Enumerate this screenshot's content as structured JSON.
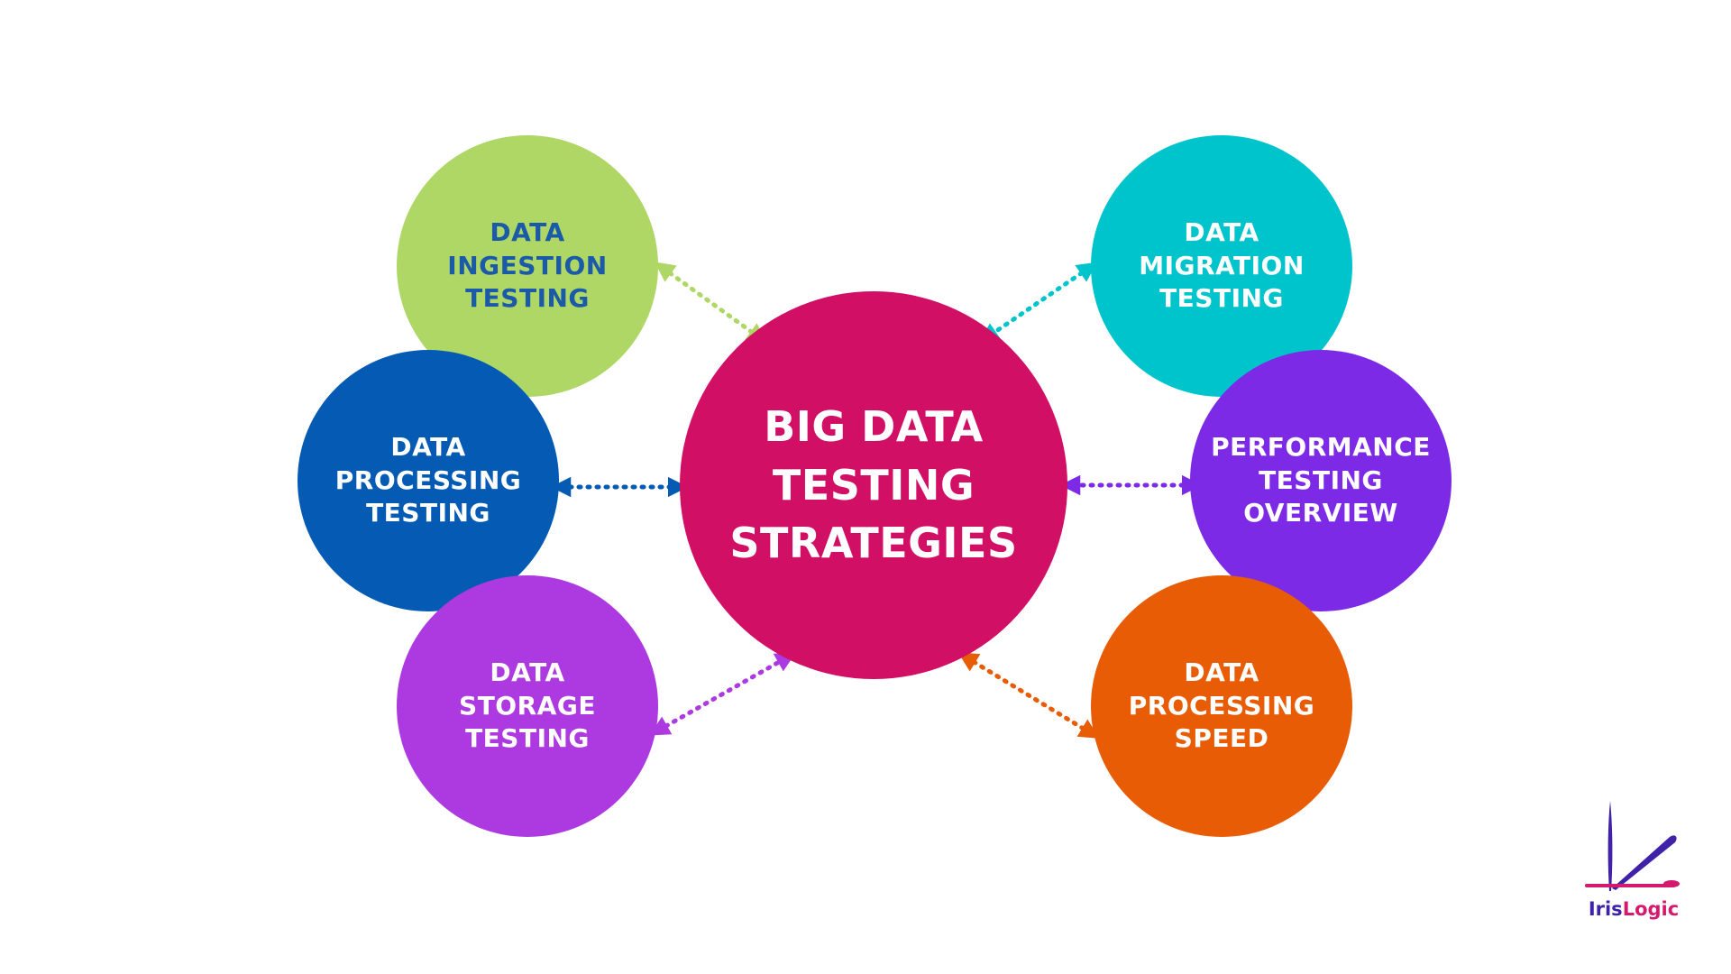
{
  "colors": {
    "center": "#d10f64",
    "ingestion": "#afd766",
    "ingestion_text": "#1a5aa8",
    "processing_testing": "#055bb3",
    "storage": "#ad3ae0",
    "migration": "#00c4cc",
    "performance": "#7c2ae6",
    "speed": "#e85c05",
    "text_light": "#ffffff",
    "logo_primary": "#3f22a8",
    "logo_accent": "#d31a6e"
  },
  "center": {
    "lines": [
      "BIG DATA",
      "TESTING",
      "STRATEGIES"
    ]
  },
  "nodes": {
    "ingestion": {
      "lines": [
        "DATA",
        "INGESTION",
        "TESTING"
      ]
    },
    "processing_testing": {
      "lines": [
        "DATA",
        "PROCESSING",
        "TESTING"
      ]
    },
    "storage": {
      "lines": [
        "DATA",
        "STORAGE",
        "TESTING"
      ]
    },
    "migration": {
      "lines": [
        "DATA",
        "MIGRATION",
        "TESTING"
      ]
    },
    "performance": {
      "lines": [
        "PERFORMANCE",
        "TESTING",
        "OVERVIEW"
      ]
    },
    "speed": {
      "lines": [
        "DATA",
        "PROCESSING",
        "SPEED"
      ]
    }
  },
  "logo": {
    "text_part1": "Iris",
    "text_part2": "Logic",
    "icon": "irislogic-logo-mark"
  }
}
